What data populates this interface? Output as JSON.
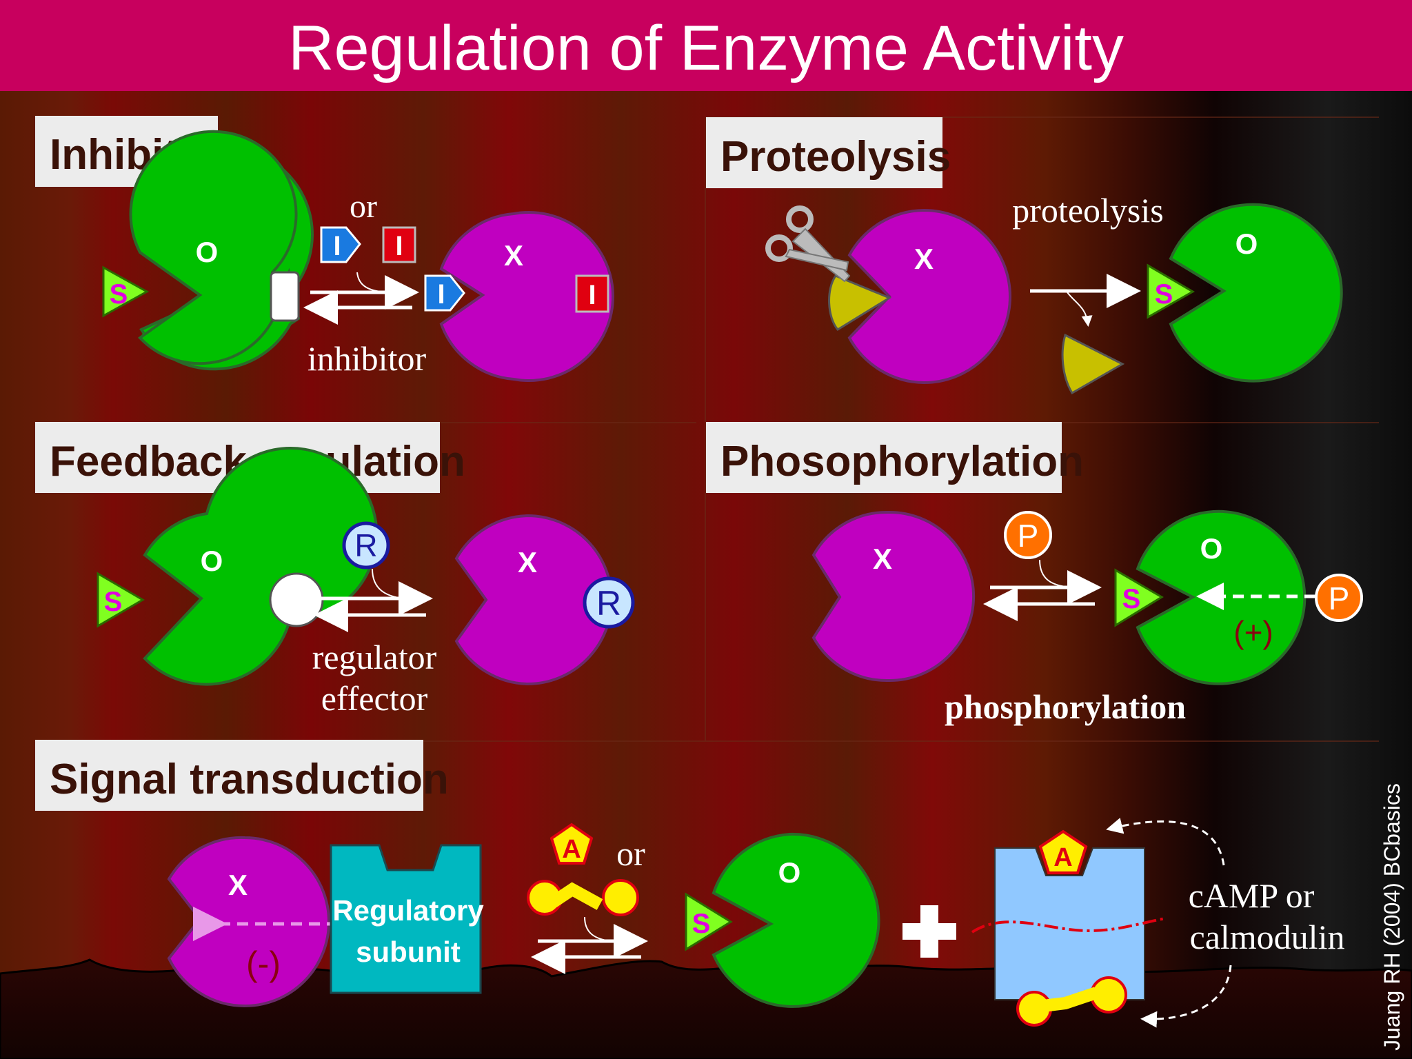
{
  "title": "Regulation of Enzyme Activity",
  "sections": {
    "inhibitor": "Inhibitor",
    "proteolysis": "Proteolysis",
    "feedback": "Feedback regulation",
    "phosphorylation": "Phosophorylation",
    "signal": "Signal transduction"
  },
  "labels": {
    "inhibitor_or": "or",
    "inhibitor_caption": "inhibitor",
    "proteolysis_caption": "proteolysis",
    "regulator_line1": "regulator",
    "regulator_line2": "effector",
    "phosphorylation_caption": "phosphorylation",
    "plus_sign": "(+)",
    "minus_sign": "(-)",
    "signal_or": "or",
    "regulatory_line1": "Regulatory",
    "regulatory_line2": "subunit",
    "camp_line1": "cAMP or",
    "camp_line2": "calmodulin",
    "credit": "Juang RH (2004) BCbasics"
  },
  "symbols": {
    "active": "O",
    "inactive": "X",
    "substrate": "S",
    "inhibitor": "I",
    "regulator": "R",
    "phosphate": "P",
    "activator": "A"
  },
  "colors": {
    "title_bar": "#c8005e",
    "active_enzyme": "#00c000",
    "inactive_enzyme": "#c000c0",
    "substrate": "#80ff20",
    "substrate_letter": "#e000e0",
    "inhibitor_blue": "#1a7ae0",
    "inhibitor_red": "#e00010",
    "regulator": "#c8e6ff",
    "phosphate": "#ff7000",
    "activator": "#ffee00",
    "regulatory_subunit": "#00b8c0",
    "camp_box": "#90c8ff",
    "peptide": "#c8c000"
  }
}
